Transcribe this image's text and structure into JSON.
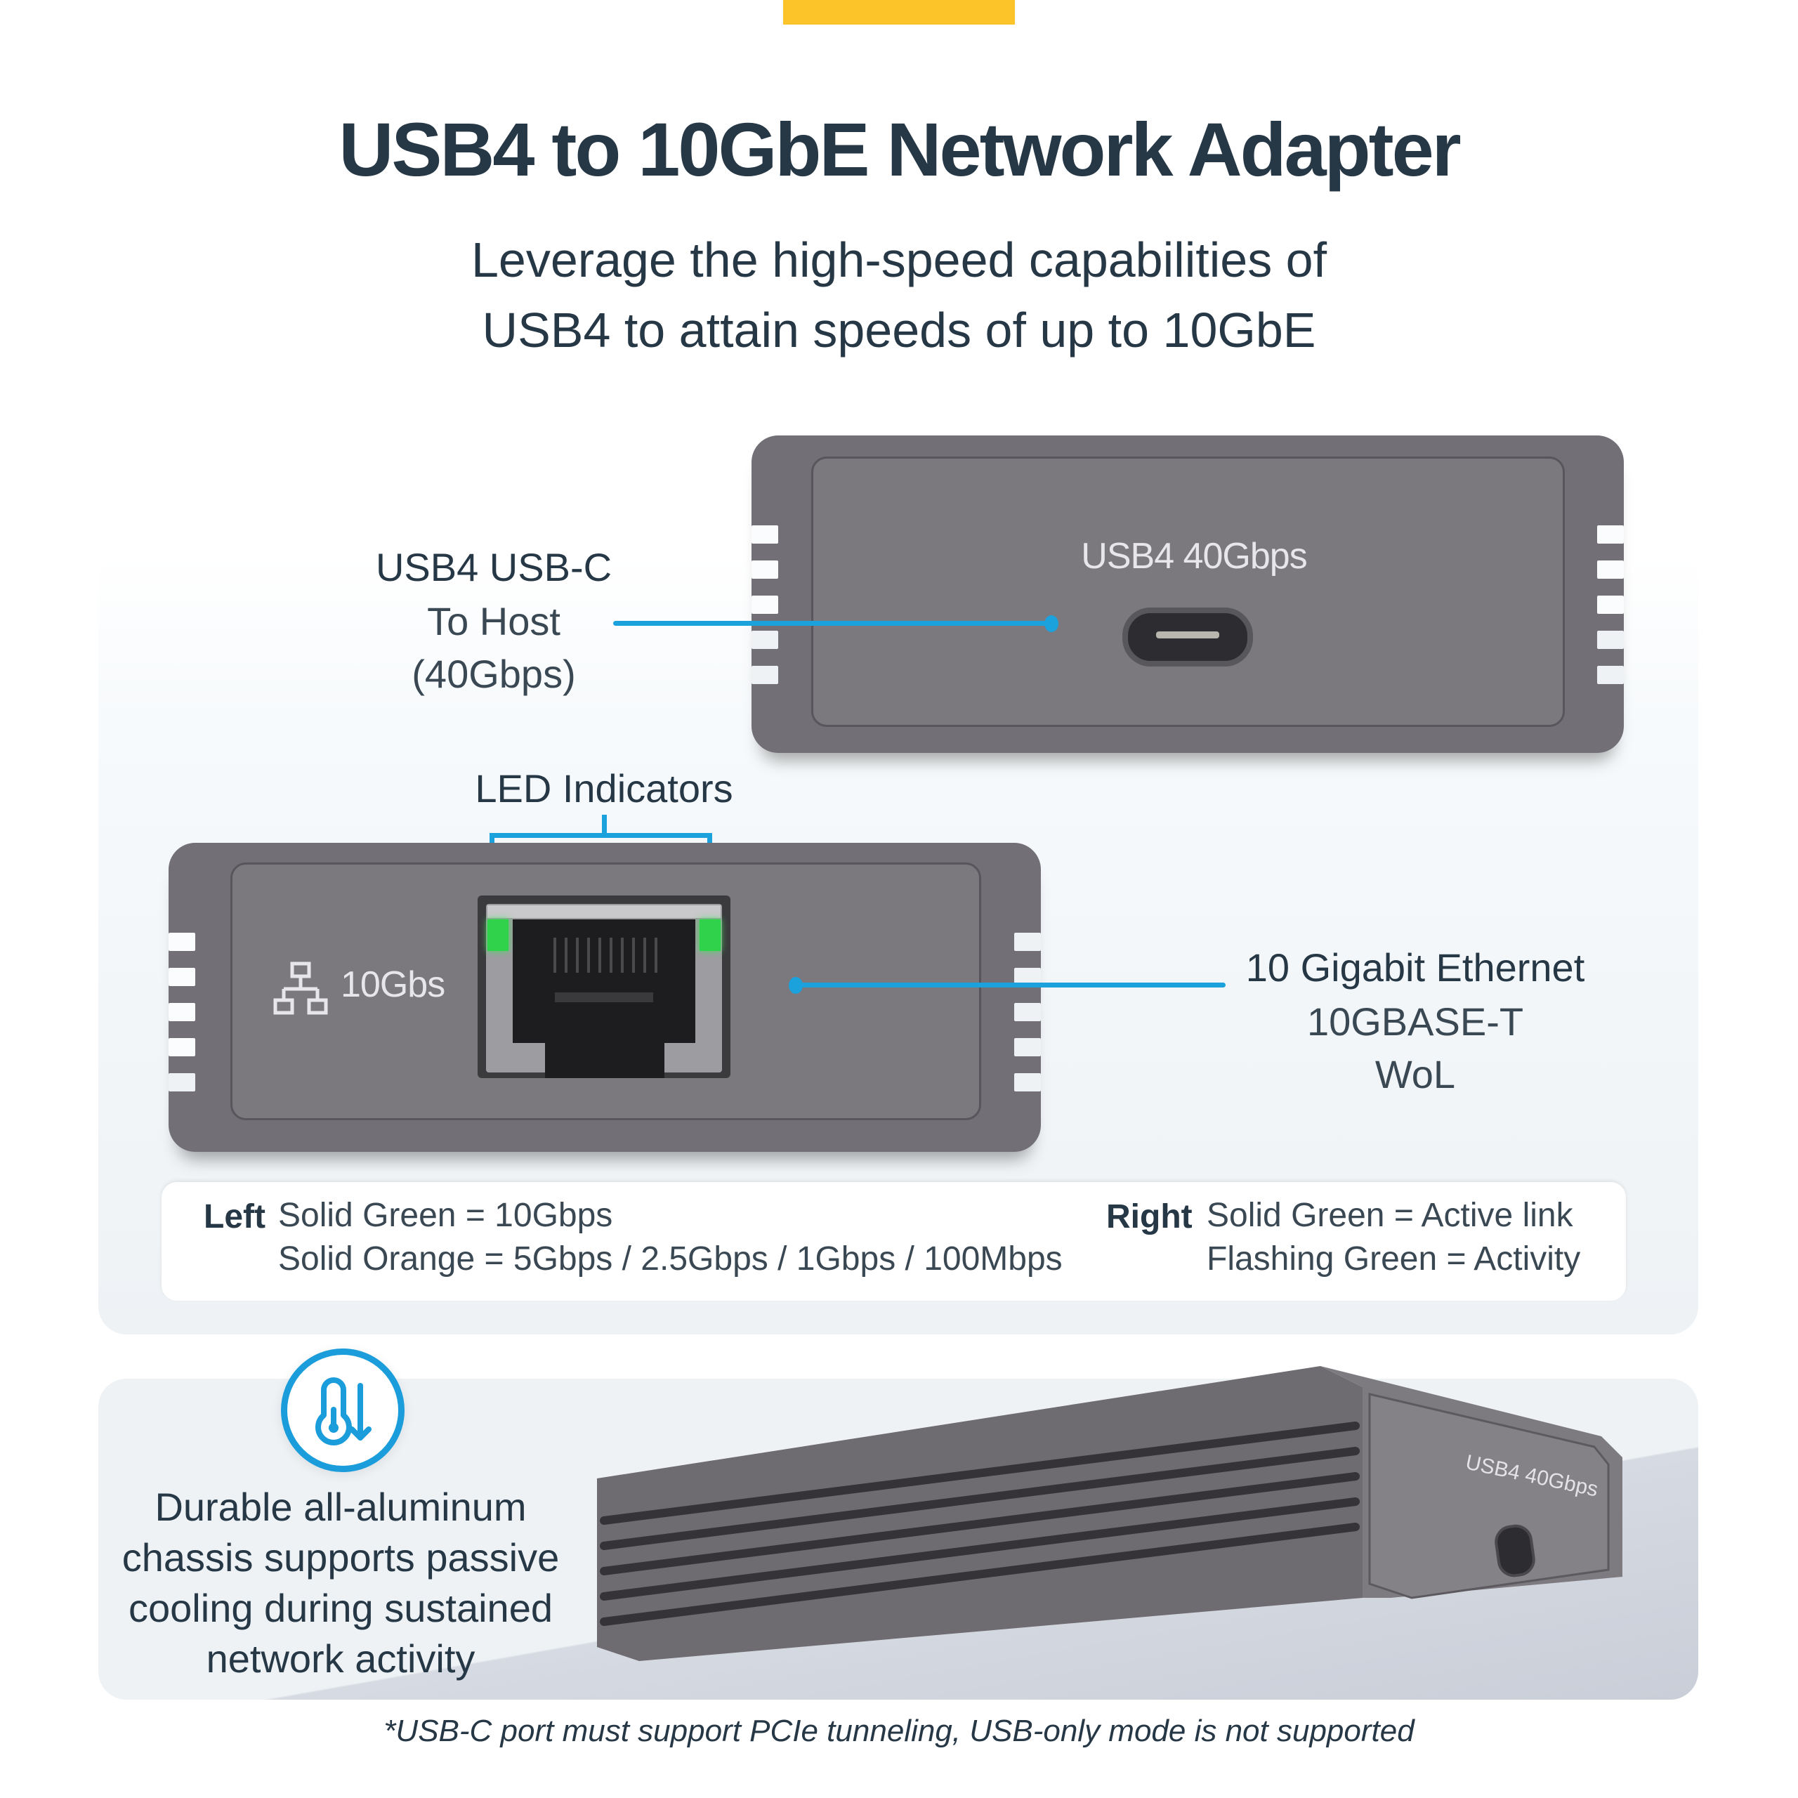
{
  "header": {
    "accent_bar_color": "#FDC42A",
    "title": "USB4 to 10GbE Network Adapter",
    "subtitle_lines": [
      "Leverage the high-speed capabilities of",
      "USB4 to attain speeds of up to 10GbE"
    ]
  },
  "top_device": {
    "face_label": "USB4 40Gbps",
    "port_icon": "usb-c-port-icon",
    "callout": {
      "title": "USB4 USB-C",
      "lines": [
        "To Host",
        "(40Gbps)"
      ]
    }
  },
  "bottom_device": {
    "face_label": "10Gbs",
    "network_icon": "network-topology-icon",
    "port_icon": "rj45-port-icon",
    "led_callout": "LED Indicators",
    "ethernet_callout": {
      "title": "10 Gigabit Ethernet",
      "lines": [
        "10GBASE-T",
        "WoL"
      ]
    }
  },
  "legend": {
    "left": {
      "key": "Left",
      "values": [
        "Solid Green = 10Gbps",
        "Solid Orange = 5Gbps / 2.5Gbps / 1Gbps / 100Mbps"
      ]
    },
    "right": {
      "key": "Right",
      "values": [
        "Solid Green = Active link",
        "Flashing Green = Activity"
      ]
    }
  },
  "feature": {
    "icon": "thermometer-down-icon",
    "lines": [
      "Durable all-aluminum",
      "chassis supports passive",
      "cooling during sustained",
      "network activity"
    ],
    "product_face_label": "USB4 40Gbps"
  },
  "footer": {
    "note": "*USB-C port must support PCIe tunneling, USB-only mode is not supported"
  },
  "colors": {
    "title": "#263746",
    "callout": "#1BA1DC",
    "led_green": "#2FD24A",
    "panel_bg": "#EEF2F5",
    "device_gray": "#727076"
  }
}
